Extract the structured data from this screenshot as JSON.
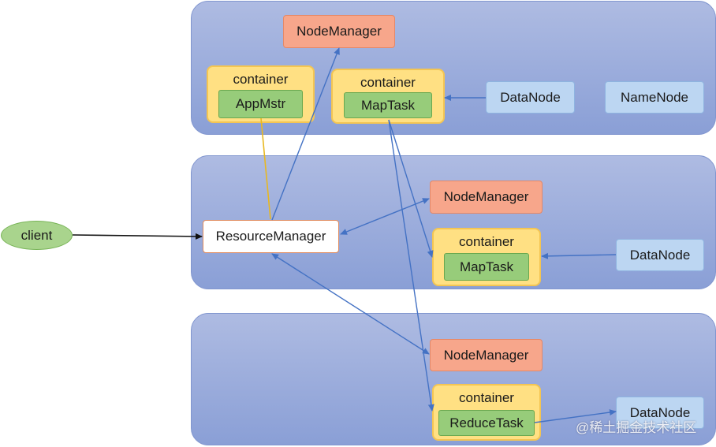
{
  "labels": {
    "node_manager": "NodeManager",
    "container": "container",
    "app_master": "AppMstr",
    "map_task": "MapTask",
    "reduce_task": "ReduceTask",
    "data_node": "DataNode",
    "name_node": "NameNode",
    "resource_manager": "ResourceManager",
    "client": "client"
  },
  "watermark": "@稀土掘金技术社区",
  "colors": {
    "panel": "#98aadc",
    "node_manager": "#f7a68b",
    "data_node": "#bcd6f2",
    "container": "#ffe083",
    "task": "#97cc7a",
    "client": "#a9d48d",
    "arrow": "#4472c4",
    "app_master_link": "#e8b820"
  }
}
